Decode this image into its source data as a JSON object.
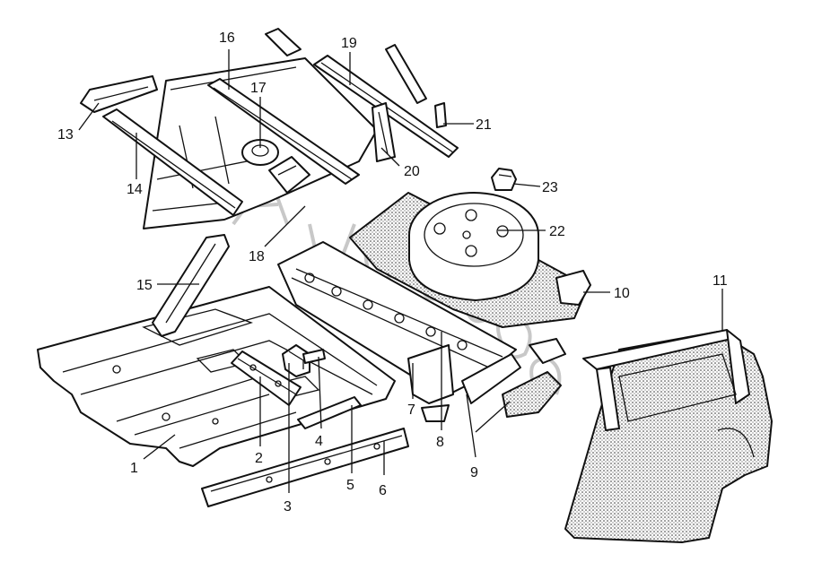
{
  "diagram": {
    "callouts": [
      {
        "id": "1",
        "label": "1"
      },
      {
        "id": "2",
        "label": "2"
      },
      {
        "id": "3",
        "label": "3"
      },
      {
        "id": "4",
        "label": "4"
      },
      {
        "id": "5",
        "label": "5"
      },
      {
        "id": "6",
        "label": "6"
      },
      {
        "id": "7",
        "label": "7"
      },
      {
        "id": "8",
        "label": "8"
      },
      {
        "id": "9",
        "label": "9"
      },
      {
        "id": "10",
        "label": "10"
      },
      {
        "id": "11",
        "label": "11"
      },
      {
        "id": "13",
        "label": "13"
      },
      {
        "id": "14",
        "label": "14"
      },
      {
        "id": "15",
        "label": "15"
      },
      {
        "id": "16",
        "label": "16"
      },
      {
        "id": "17",
        "label": "17"
      },
      {
        "id": "18",
        "label": "18"
      },
      {
        "id": "19",
        "label": "19"
      },
      {
        "id": "20",
        "label": "20"
      },
      {
        "id": "21",
        "label": "21"
      },
      {
        "id": "22",
        "label": "22"
      },
      {
        "id": "23",
        "label": "23"
      }
    ],
    "colors": {
      "ink": "#111111",
      "paper": "#ffffff",
      "watermark": "#c8c8c8"
    }
  }
}
